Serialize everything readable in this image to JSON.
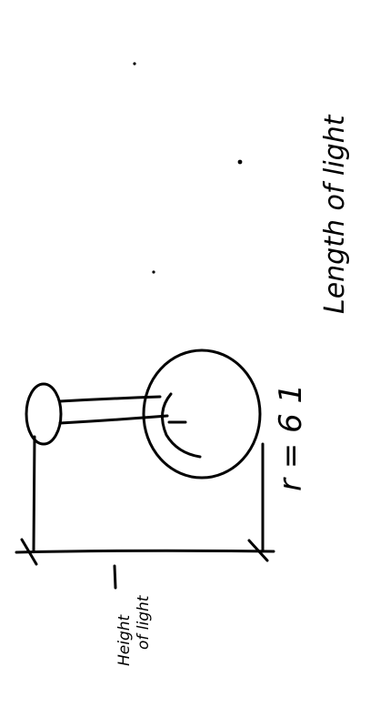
{
  "labels": {
    "length_of_light": "Length of light",
    "radius": "r = 6 1",
    "height_of_light_line1": "Height",
    "height_of_light_line2": "of light"
  },
  "colors": {
    "ink": "#000000",
    "paper": "#ffffff"
  }
}
